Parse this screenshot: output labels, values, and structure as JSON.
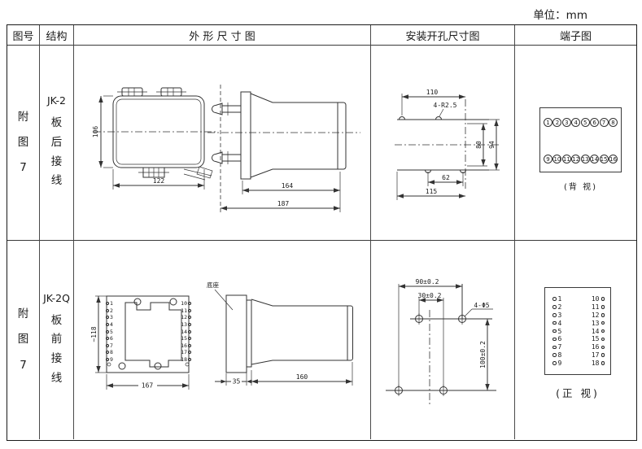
{
  "unit_label": "单位：mm",
  "headers": {
    "fig": "图号",
    "structure": "结构",
    "outline": "外 形 尺 寸 图",
    "mounting": "安装开孔尺寸图",
    "terminal": "端子图"
  },
  "row1": {
    "fig": "附图7",
    "model": "JK-2",
    "wiring": "板后接线",
    "front": {
      "h": "106",
      "w": "122"
    },
    "side": {
      "len_body": "164",
      "len_total": "187"
    },
    "mounting": {
      "w_top": "110",
      "notch": "4-R2.5",
      "h_inner": "80",
      "h_outer": "94",
      "w_inner": "62",
      "w_outer": "115"
    },
    "terminal": {
      "top": [
        "1",
        "2",
        "3",
        "4",
        "5",
        "6",
        "7",
        "8"
      ],
      "bottom": [
        "9",
        "10",
        "11",
        "12",
        "13",
        "14",
        "15",
        "16"
      ],
      "caption": "(背 视)"
    }
  },
  "row2": {
    "fig": "附图7",
    "model": "JK-2Q",
    "wiring": "板前接线",
    "plate": {
      "h": "~118",
      "w": "167",
      "left": [
        "1",
        "2",
        "3",
        "4",
        "5",
        "6",
        "7",
        "8",
        "9"
      ],
      "right": [
        "10",
        "11",
        "12",
        "13",
        "14",
        "15",
        "16",
        "17",
        "18"
      ]
    },
    "side": {
      "base_label": "底座",
      "base_w": "35",
      "body_len": "160"
    },
    "mounting": {
      "w_outer": "90±0.2",
      "w_inner": "30±0.2",
      "holes": "4-Φ5",
      "v": "100±0.2"
    },
    "terminal": {
      "left": [
        "1",
        "2",
        "3",
        "4",
        "5",
        "6",
        "7",
        "8",
        "9"
      ],
      "right": [
        "10",
        "11",
        "12",
        "13",
        "14",
        "15",
        "16",
        "17",
        "18"
      ],
      "caption": "(正 视)"
    }
  }
}
